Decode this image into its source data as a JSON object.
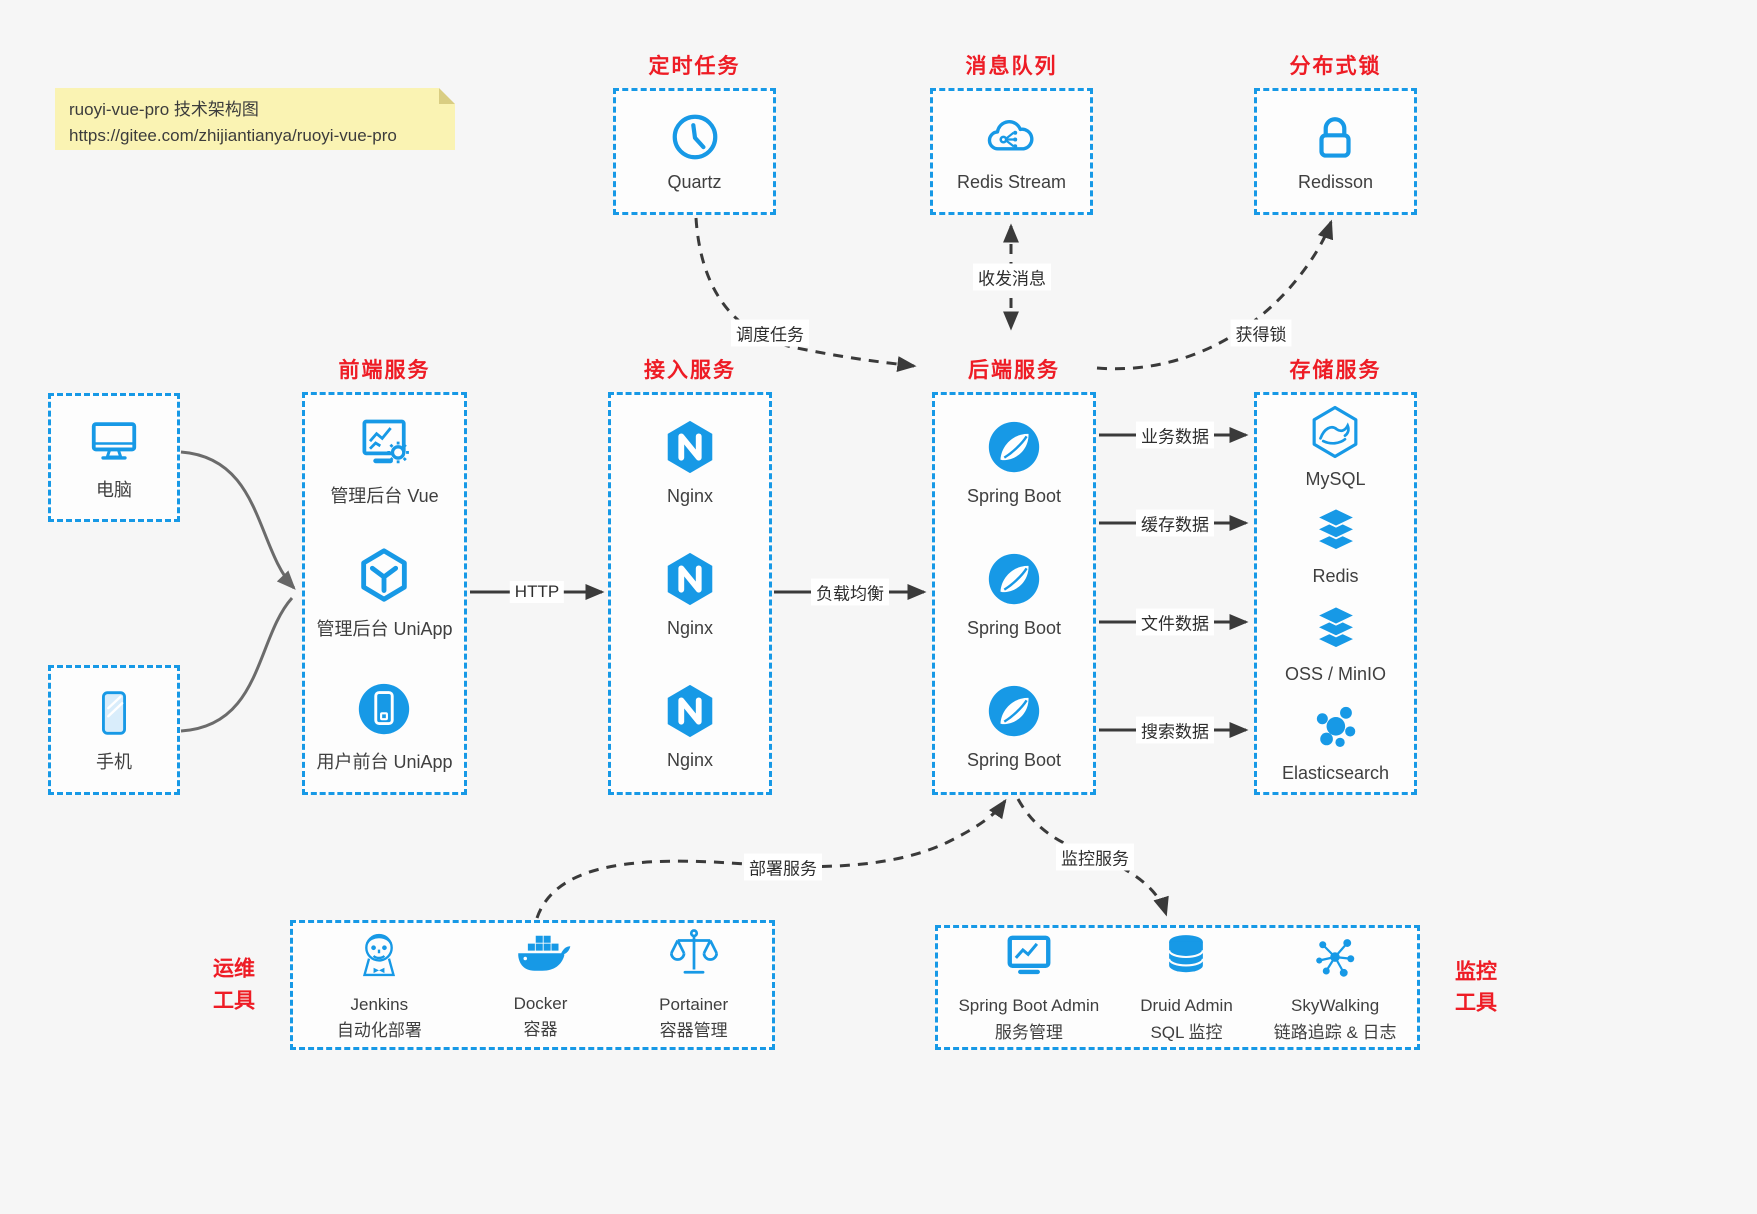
{
  "colors": {
    "accent_blue": "#1799e6",
    "title_red": "#ee1c25",
    "note_bg": "#faf3b3",
    "arrow_dark": "#3a3a3a",
    "client_line_gray": "#6b6b6b"
  },
  "note": {
    "line1": "ruoyi-vue-pro 技术架构图",
    "line2": "https://gitee.com/zhijiantianya/ruoyi-vue-pro"
  },
  "top_groups": [
    {
      "title": "定时任务",
      "item": {
        "label": "Quartz",
        "icon": "clock-icon"
      }
    },
    {
      "title": "消息队列",
      "item": {
        "label": "Redis Stream",
        "icon": "cloud-stream-icon"
      }
    },
    {
      "title": "分布式锁",
      "item": {
        "label": "Redisson",
        "icon": "lock-icon"
      }
    }
  ],
  "clients": [
    {
      "label": "电脑",
      "icon": "desktop-icon"
    },
    {
      "label": "手机",
      "icon": "mobile-icon"
    }
  ],
  "columns": {
    "frontend": {
      "title": "前端服务",
      "items": [
        {
          "label": "管理后台 Vue",
          "icon": "admin-vue-icon"
        },
        {
          "label": "管理后台 UniApp",
          "icon": "uniapp-icon"
        },
        {
          "label": "用户前台 UniApp",
          "icon": "user-app-icon"
        }
      ]
    },
    "gateway": {
      "title": "接入服务",
      "items": [
        {
          "label": "Nginx",
          "icon": "nginx-icon"
        },
        {
          "label": "Nginx",
          "icon": "nginx-icon"
        },
        {
          "label": "Nginx",
          "icon": "nginx-icon"
        }
      ]
    },
    "backend": {
      "title": "后端服务",
      "items": [
        {
          "label": "Spring Boot",
          "icon": "spring-boot-icon"
        },
        {
          "label": "Spring Boot",
          "icon": "spring-boot-icon"
        },
        {
          "label": "Spring Boot",
          "icon": "spring-boot-icon"
        }
      ]
    },
    "storage": {
      "title": "存储服务",
      "items": [
        {
          "label": "MySQL",
          "icon": "mysql-icon"
        },
        {
          "label": "Redis",
          "icon": "redis-icon"
        },
        {
          "label": "OSS / MinIO",
          "icon": "oss-minio-icon"
        },
        {
          "label": "Elasticsearch",
          "icon": "elasticsearch-icon"
        }
      ]
    }
  },
  "bottom_groups": {
    "ops": {
      "title_line1": "运维",
      "title_line2": "工具",
      "items": [
        {
          "line1": "Jenkins",
          "line2": "自动化部署",
          "icon": "jenkins-icon"
        },
        {
          "line1": "Docker",
          "line2": "容器",
          "icon": "docker-icon"
        },
        {
          "line1": "Portainer",
          "line2": "容器管理",
          "icon": "portainer-icon"
        }
      ]
    },
    "monitor": {
      "title_line1": "监控",
      "title_line2": "工具",
      "items": [
        {
          "line1": "Spring Boot Admin",
          "line2": "服务管理",
          "icon": "spring-boot-admin-icon"
        },
        {
          "line1": "Druid Admin",
          "line2": "SQL 监控",
          "icon": "druid-icon"
        },
        {
          "line1": "SkyWalking",
          "line2": "链路追踪 & 日志",
          "icon": "skywalking-icon"
        }
      ]
    }
  },
  "edges": {
    "http": "HTTP",
    "load_balance": "负载均衡",
    "schedule": "调度任务",
    "messages": "收发消息",
    "acquire_lock": "获得锁",
    "business_data": "业务数据",
    "cache_data": "缓存数据",
    "file_data": "文件数据",
    "search_data": "搜索数据",
    "deploy": "部署服务",
    "monitor": "监控服务"
  }
}
